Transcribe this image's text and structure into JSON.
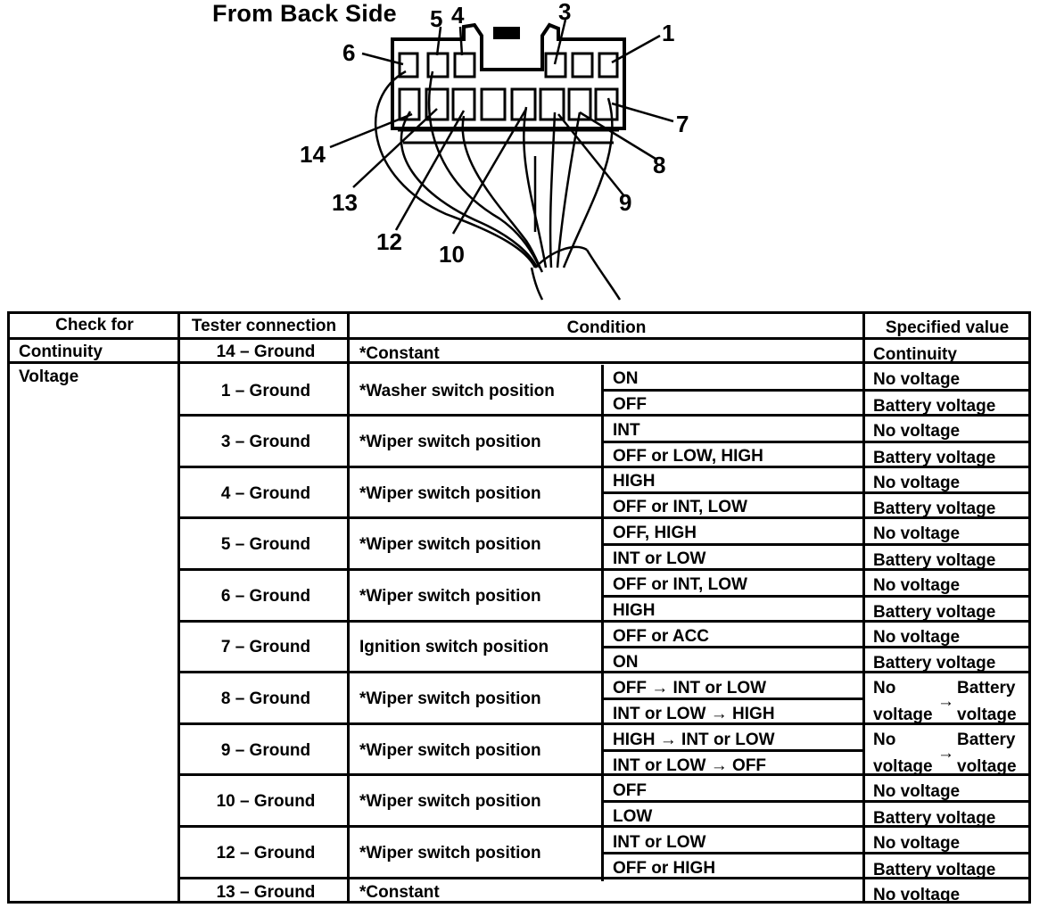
{
  "diagram": {
    "title": "From Back Side",
    "pins": [
      "1",
      "3",
      "4",
      "5",
      "6",
      "7",
      "8",
      "9",
      "10",
      "12",
      "13",
      "14"
    ]
  },
  "table": {
    "headers": {
      "check_for": "Check for",
      "tester_connection": "Tester connection",
      "condition": "Condition",
      "specified_value": "Specified value"
    },
    "continuity_row": {
      "check_for": "Continuity",
      "connection": "14 – Ground",
      "condition": "*Constant",
      "value": "Continuity"
    },
    "voltage_label": "Voltage",
    "groups": [
      {
        "connection": "1 – Ground",
        "condition": "*Washer switch position",
        "rows": [
          {
            "position": "ON",
            "value": "No voltage"
          },
          {
            "position": "OFF",
            "value": "Battery voltage"
          }
        ]
      },
      {
        "connection": "3 – Ground",
        "condition": "*Wiper switch position",
        "rows": [
          {
            "position": "INT",
            "value": "No voltage"
          },
          {
            "position": "OFF or LOW, HIGH",
            "value": "Battery voltage"
          }
        ]
      },
      {
        "connection": "4 – Ground",
        "condition": "*Wiper switch position",
        "rows": [
          {
            "position": "HIGH",
            "value": "No voltage"
          },
          {
            "position": "OFF or INT, LOW",
            "value": "Battery voltage"
          }
        ]
      },
      {
        "connection": "5 – Ground",
        "condition": "*Wiper switch position",
        "rows": [
          {
            "position": "OFF, HIGH",
            "value": "No voltage"
          },
          {
            "position": "INT or LOW",
            "value": "Battery voltage"
          }
        ]
      },
      {
        "connection": "6 – Ground",
        "condition": "*Wiper switch position",
        "rows": [
          {
            "position": "OFF or INT, LOW",
            "value": "No voltage"
          },
          {
            "position": "HIGH",
            "value": "Battery voltage"
          }
        ]
      },
      {
        "connection": "7 – Ground",
        "condition": "Ignition switch position",
        "rows": [
          {
            "position": "OFF or ACC",
            "value": "No voltage"
          },
          {
            "position": "ON",
            "value": "Battery voltage"
          }
        ]
      },
      {
        "connection": "8 – Ground",
        "condition": "*Wiper switch position",
        "rows": [
          {
            "position": "OFF → INT or LOW",
            "value": ""
          },
          {
            "position": "INT or LOW → HIGH",
            "value": ""
          }
        ],
        "transition": {
          "from_top": "No",
          "from_bottom": "voltage",
          "arrow": "→",
          "to_top": "Battery",
          "to_bottom": "voltage"
        }
      },
      {
        "connection": "9 – Ground",
        "condition": "*Wiper switch position",
        "rows": [
          {
            "position": "HIGH → INT or LOW",
            "value": ""
          },
          {
            "position": "INT or LOW → OFF",
            "value": ""
          }
        ],
        "transition": {
          "from_top": "No",
          "from_bottom": "voltage",
          "arrow": "→",
          "to_top": "Battery",
          "to_bottom": "voltage"
        }
      },
      {
        "connection": "10 – Ground",
        "condition": "*Wiper switch position",
        "rows": [
          {
            "position": "OFF",
            "value": "No voltage"
          },
          {
            "position": "LOW",
            "value": "Battery voltage"
          }
        ]
      },
      {
        "connection": "12 – Ground",
        "condition": "*Wiper switch position",
        "rows": [
          {
            "position": "INT or LOW",
            "value": "No voltage"
          },
          {
            "position": "OFF or HIGH",
            "value": "Battery voltage"
          }
        ]
      }
    ],
    "last_row": {
      "connection": "13 – Ground",
      "condition": "*Constant",
      "value": "No voltage"
    }
  }
}
